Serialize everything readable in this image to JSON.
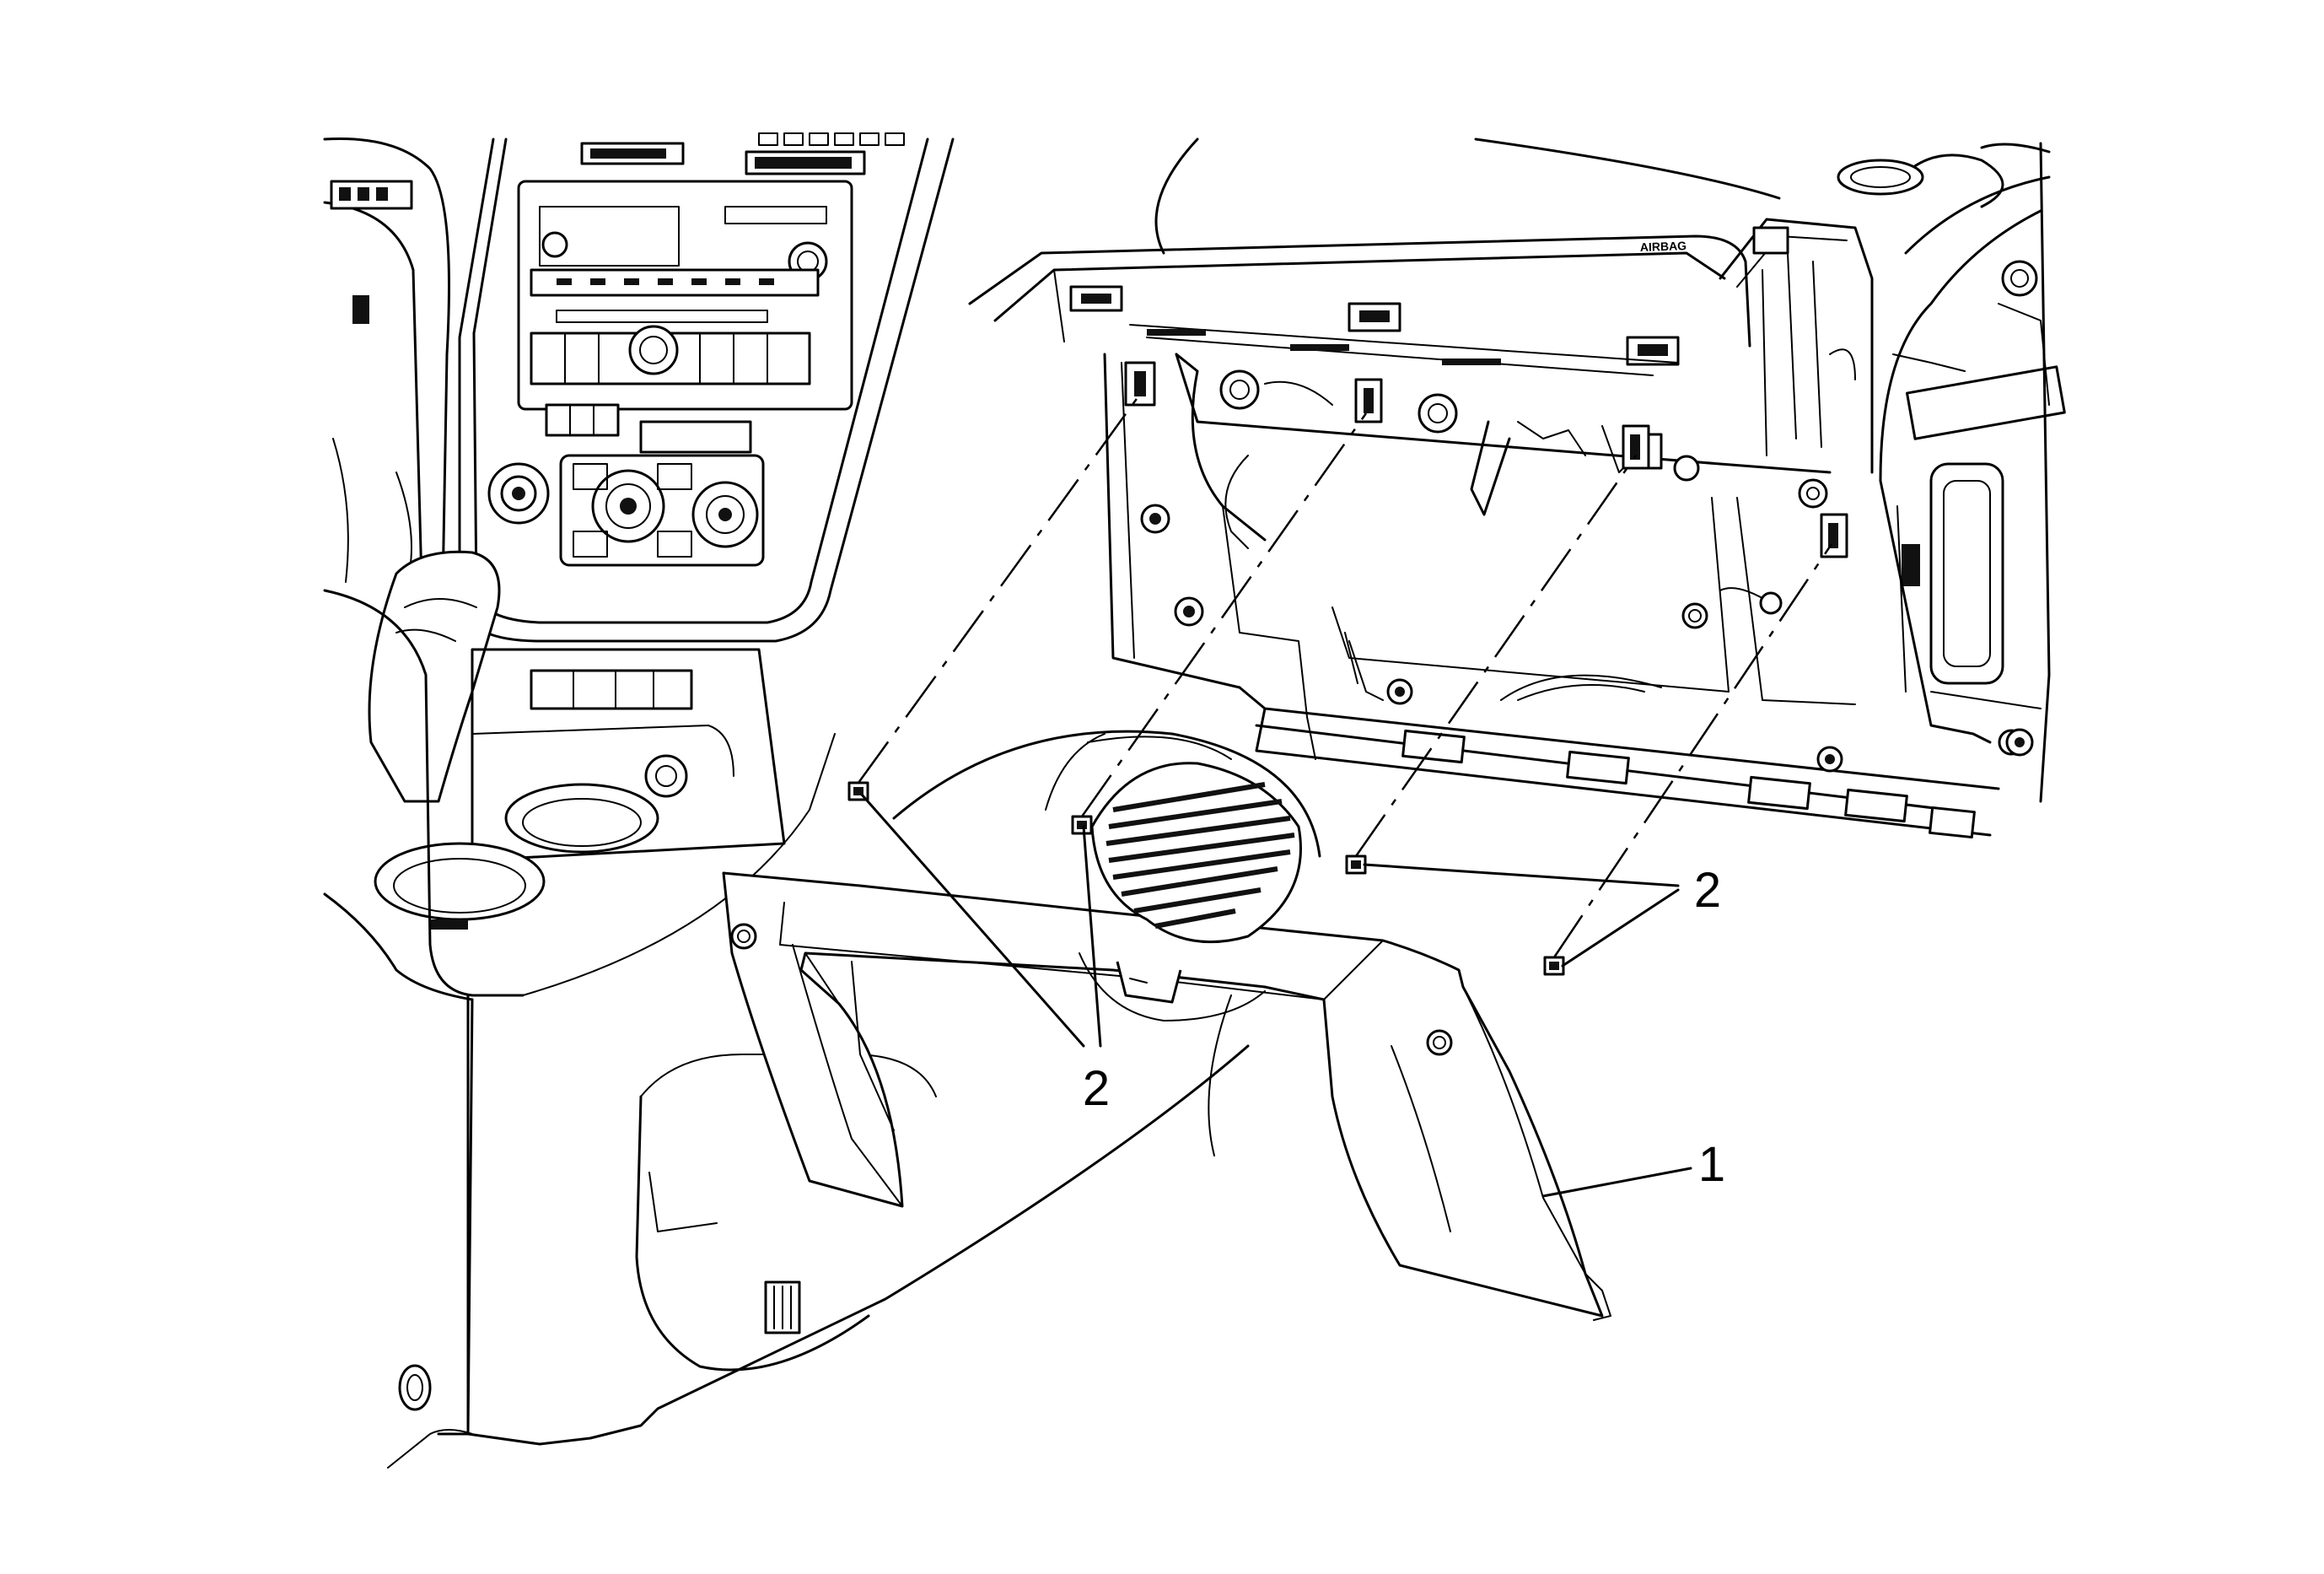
{
  "diagram": {
    "dash_text": "AIRBAG",
    "callouts": [
      {
        "id": "callout-1",
        "label": "1"
      },
      {
        "id": "callout-2-lower",
        "label": "2"
      },
      {
        "id": "callout-2-right",
        "label": "2"
      }
    ]
  }
}
